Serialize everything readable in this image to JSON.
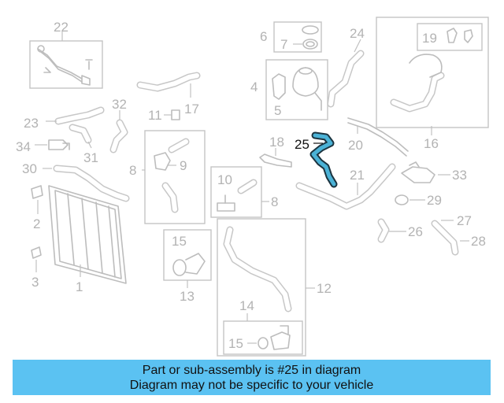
{
  "diagram": {
    "highlight_part": "25",
    "callouts": [
      "22",
      "6",
      "7",
      "24",
      "19",
      "32",
      "11",
      "17",
      "4",
      "5",
      "23",
      "31",
      "34",
      "25",
      "18",
      "16",
      "20",
      "30",
      "8",
      "9",
      "10",
      "21",
      "33",
      "2",
      "29",
      "15",
      "26",
      "27",
      "28",
      "3",
      "1",
      "13",
      "12",
      "14"
    ],
    "highlight_color": "#4bb2d6"
  },
  "banner": {
    "line1": "Part or sub-assembly is #25 in diagram",
    "line2": "Diagram may not be specific to your vehicle",
    "background": "#5bc2f2"
  }
}
